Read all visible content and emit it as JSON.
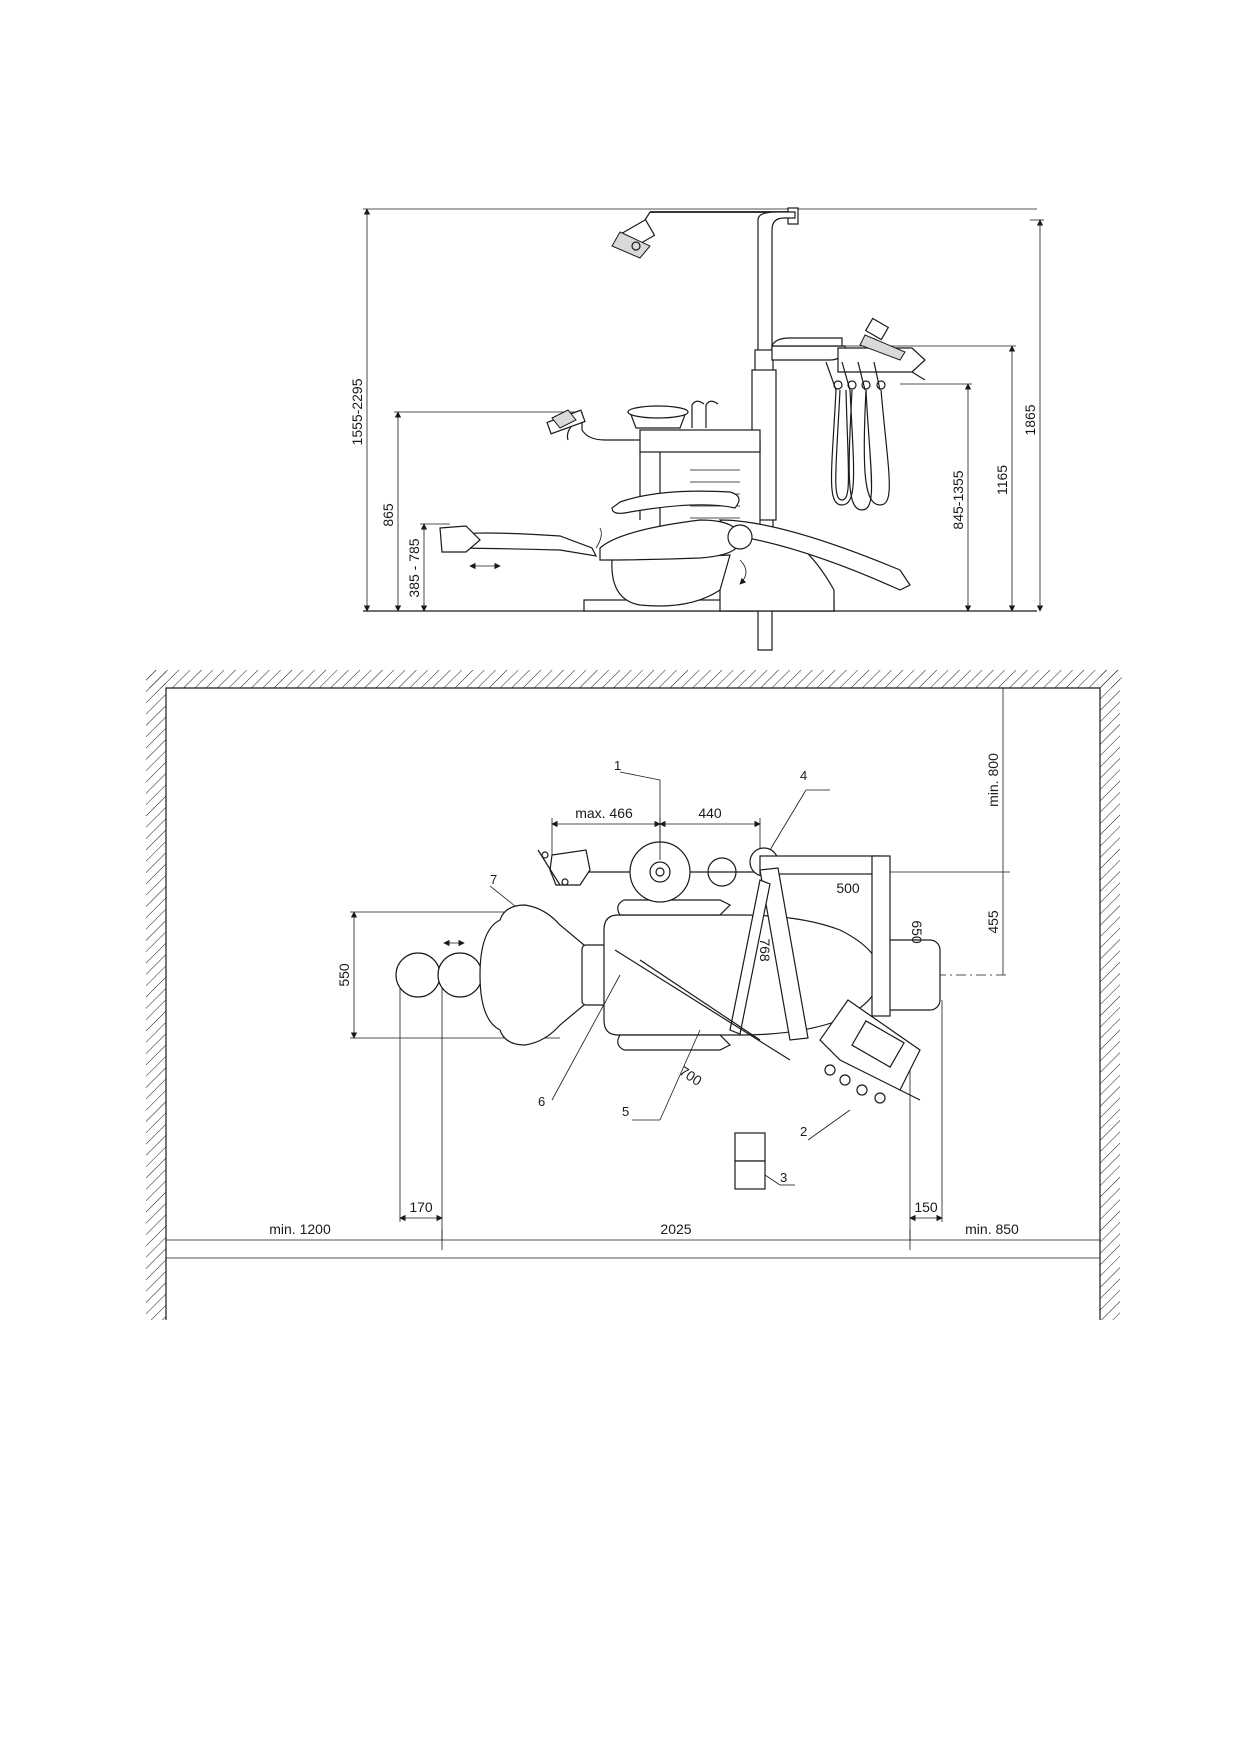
{
  "side_view": {
    "dimensions": {
      "overall_height": "1555-2295",
      "chair_armrest_height": "865",
      "leg_rest_height": "385 - 785",
      "instrument_table_range": "845-1355",
      "table_height": "1165",
      "unit_height": "1865"
    }
  },
  "plan_view": {
    "dimensions": {
      "light_reach": "max. 466",
      "light_to_post": "440",
      "wall_clearance_top": "min. 800",
      "arm_length": "500",
      "post_offset": "455",
      "arm_segment": "768",
      "table_arm": "650",
      "chair_width": "550",
      "diagonal": "700",
      "foot_offset": "170",
      "right_offset": "150",
      "left_clearance": "min. 1200",
      "chair_length": "2025",
      "right_clearance": "min. 850"
    },
    "callouts": [
      "1",
      "2",
      "3",
      "4",
      "5",
      "6",
      "7"
    ]
  }
}
